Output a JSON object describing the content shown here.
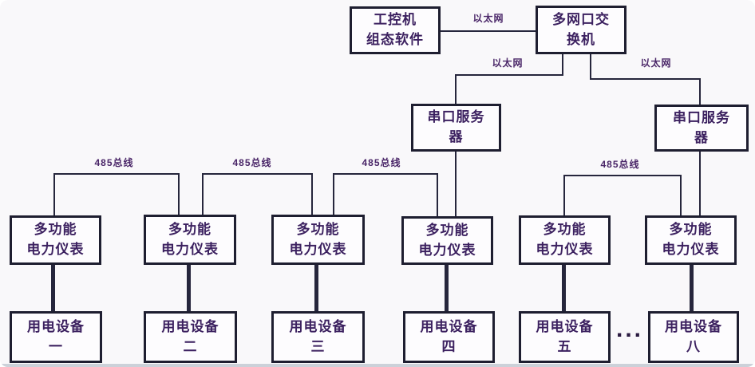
{
  "colors": {
    "background": "#f9f8fa",
    "box_border": "#1e1e30",
    "box_fill": "#fdfcfe",
    "text": "#3c2160",
    "line": "#26263c",
    "bottom_edge": "#ccd1d9"
  },
  "nodes": {
    "ipc": {
      "line1": "工控机",
      "line2": "组态软件"
    },
    "switch": {
      "line1": "多网口交",
      "line2": "换机"
    },
    "serial_left": {
      "line1": "串口服务",
      "line2": "器"
    },
    "serial_right": {
      "line1": "串口服务",
      "line2": "器"
    },
    "meters": [
      {
        "line1": "多功能",
        "line2": "电力仪表"
      },
      {
        "line1": "多功能",
        "line2": "电力仪表"
      },
      {
        "line1": "多功能",
        "line2": "电力仪表"
      },
      {
        "line1": "多功能",
        "line2": "电力仪表"
      },
      {
        "line1": "多功能",
        "line2": "电力仪表"
      },
      {
        "line1": "多功能",
        "line2": "电力仪表"
      }
    ],
    "devices": [
      {
        "line1": "用电设备",
        "line2": "一"
      },
      {
        "line1": "用电设备",
        "line2": "二"
      },
      {
        "line1": "用电设备",
        "line2": "三"
      },
      {
        "line1": "用电设备",
        "line2": "四"
      },
      {
        "line1": "用电设备",
        "line2": "五"
      },
      {
        "line1": "用电设备",
        "line2": "八"
      }
    ]
  },
  "labels": {
    "ethernet_top": "以太网",
    "ethernet_left": "以太网",
    "ethernet_right": "以太网",
    "bus_left_1": "485总线",
    "bus_left_2": "485总线",
    "bus_left_3": "485总线",
    "bus_right": "485总线",
    "ellipsis": "..."
  },
  "connections": [
    {
      "from": "ipc",
      "to": "switch",
      "label": "以太网"
    },
    {
      "from": "switch",
      "to": "serial_left",
      "label": "以太网"
    },
    {
      "from": "switch",
      "to": "serial_right",
      "label": "以太网"
    },
    {
      "from": "serial_left",
      "to": "meter-4",
      "label": ""
    },
    {
      "from": "meter-4",
      "to": "meter-3",
      "label": "485总线"
    },
    {
      "from": "meter-3",
      "to": "meter-2",
      "label": "485总线"
    },
    {
      "from": "meter-2",
      "to": "meter-1",
      "label": "485总线"
    },
    {
      "from": "serial_right",
      "to": "meter-6",
      "label": ""
    },
    {
      "from": "meter-6",
      "to": "meter-5",
      "label": "485总线"
    },
    {
      "from": "meter-1",
      "to": "device-1",
      "label": ""
    },
    {
      "from": "meter-2",
      "to": "device-2",
      "label": ""
    },
    {
      "from": "meter-3",
      "to": "device-3",
      "label": ""
    },
    {
      "from": "meter-4",
      "to": "device-4",
      "label": ""
    },
    {
      "from": "meter-5",
      "to": "device-5",
      "label": ""
    },
    {
      "from": "meter-6",
      "to": "device-6",
      "label": ""
    }
  ]
}
